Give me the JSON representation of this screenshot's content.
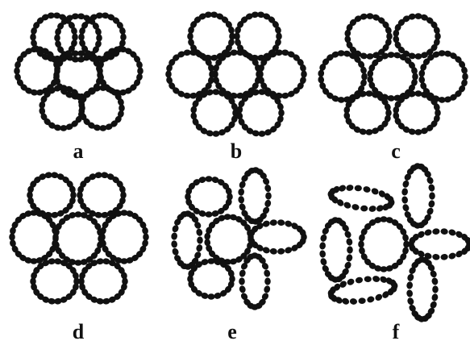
{
  "figure": {
    "panels": [
      {
        "id": "a",
        "label": "a",
        "variant": "hexagonal-rings"
      },
      {
        "id": "b",
        "label": "b",
        "variant": "hexagonal-rings"
      },
      {
        "id": "c",
        "label": "c",
        "variant": "hexagonal-rings"
      },
      {
        "id": "d",
        "label": "d",
        "variant": "slightly-elliptical-rings"
      },
      {
        "id": "e",
        "label": "e",
        "variant": "elongated-outer-rings"
      },
      {
        "id": "f",
        "label": "f",
        "variant": "strongly-elongated-outer-rings"
      }
    ],
    "colors": {
      "bead": "#111111",
      "background": "#ffffff"
    }
  }
}
